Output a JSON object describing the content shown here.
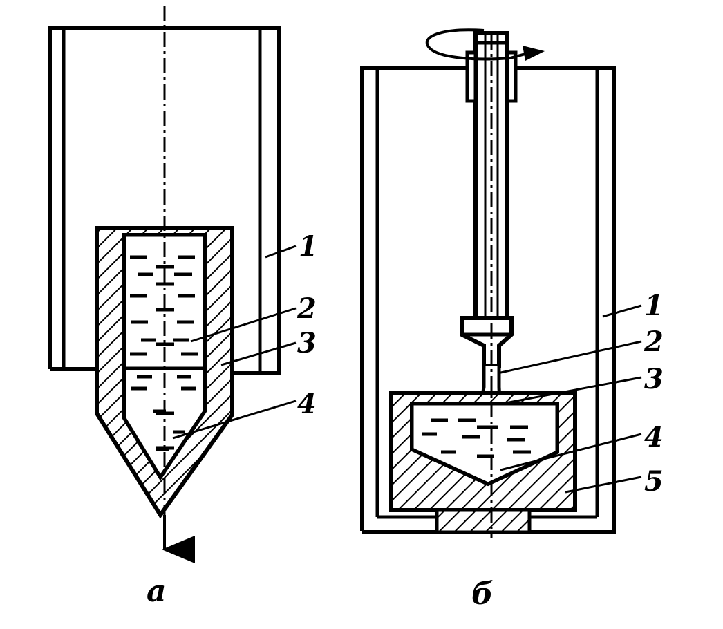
{
  "figure_a": {
    "caption": "а",
    "labels": [
      "1",
      "2",
      "3",
      "4"
    ]
  },
  "figure_b": {
    "caption": "б",
    "labels": [
      "1",
      "2",
      "3",
      "4",
      "5"
    ]
  },
  "colors": {
    "ink": "#000000",
    "background": "#ffffff"
  }
}
